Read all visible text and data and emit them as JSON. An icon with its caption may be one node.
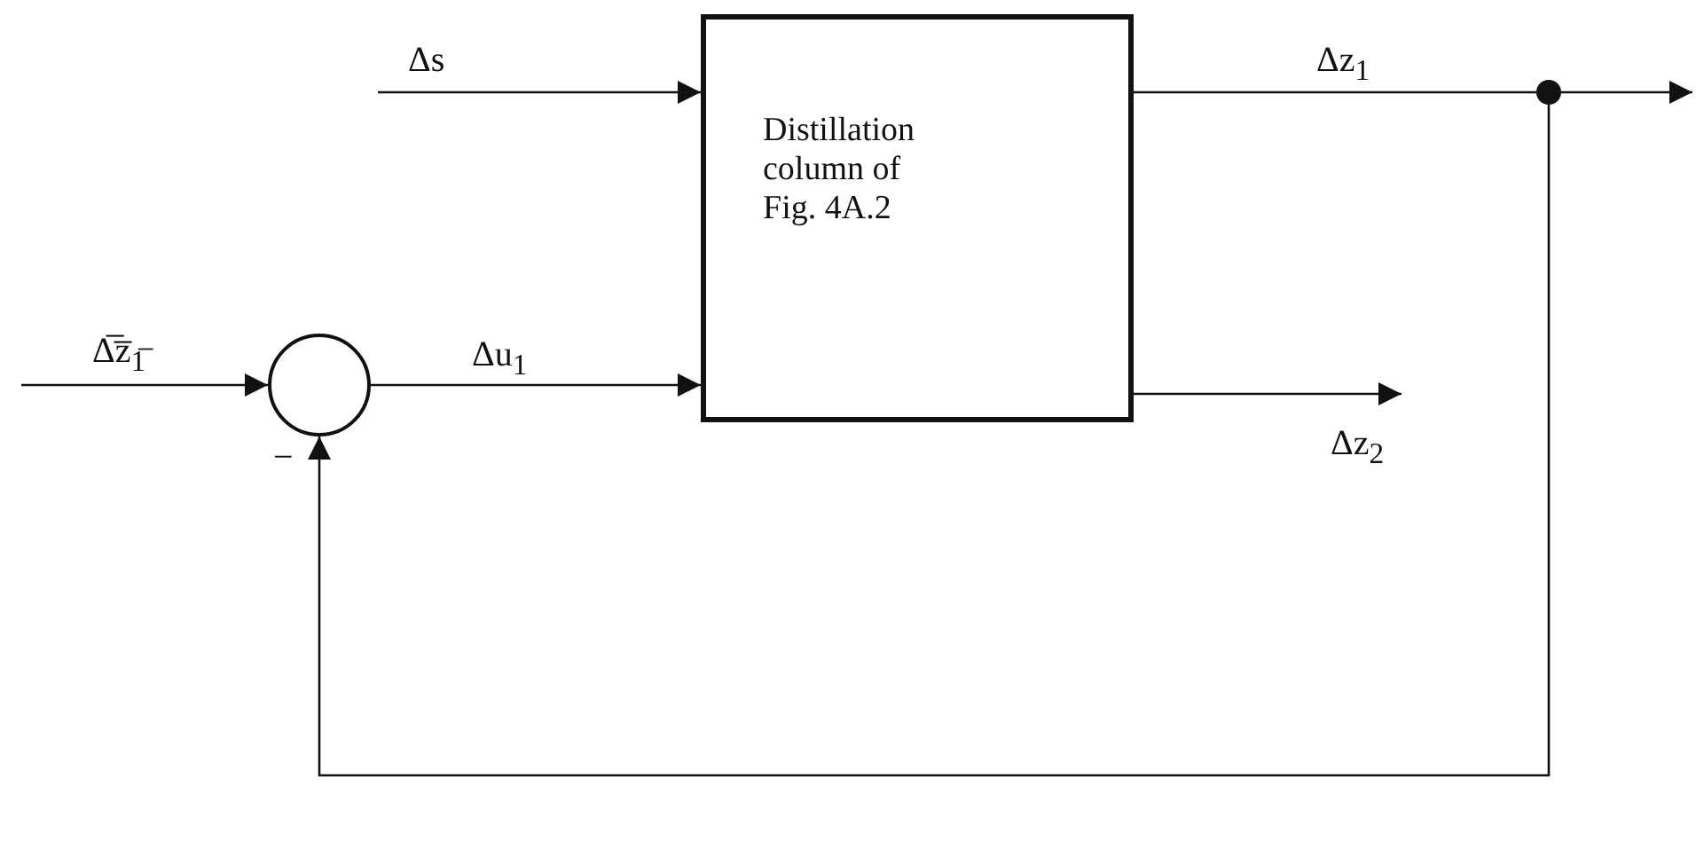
{
  "diagram": {
    "nodes": [
      {
        "text": [
          "Distillation column of Fig. 4A.2"
        ]
      },
      {
        "text": [],
        "shape": "circle"
      },
      {
        "text": [],
        "shape": "dot"
      }
    ],
    "edges": [
      {
        "from": null,
        "to": 0,
        "arrow": "to",
        "label": "Δs"
      },
      {
        "from": null,
        "to": 1,
        "arrow": "to",
        "label": "Δ̅z̅$_{1̅}$"
      },
      {
        "from": 1,
        "to": 0,
        "arrow": "to",
        "label": "Δu$_{1}$"
      },
      {
        "from": 0,
        "to": 2,
        "arrow": "none",
        "label": "Δz$_{1}$"
      },
      {
        "from": 2,
        "to": null,
        "arrow": "to"
      },
      {
        "from": 0,
        "to": null,
        "arrow": "to",
        "label": "Δz$_{2}$"
      },
      {
        "from": 2,
        "to": 1,
        "arrow": "to"
      }
    ],
    "labels": [
      "−"
    ]
  }
}
